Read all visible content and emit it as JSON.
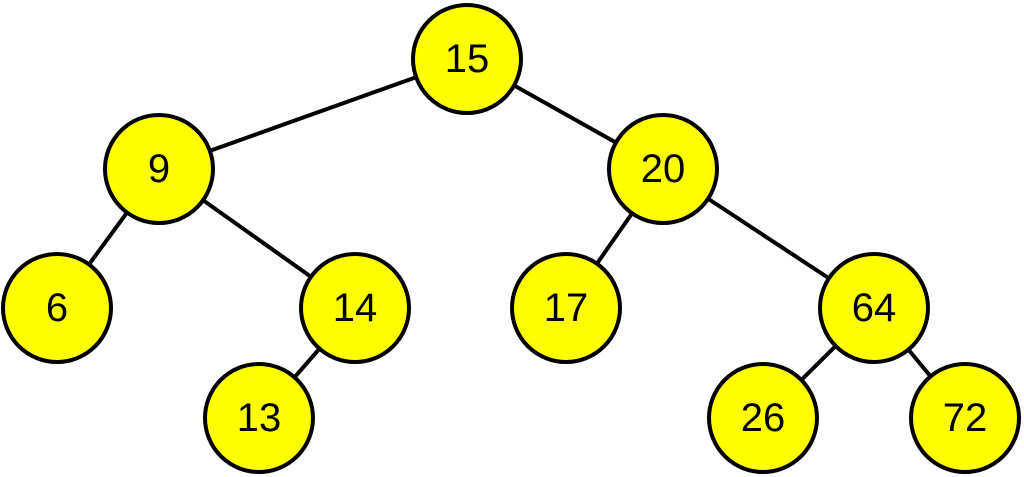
{
  "colors": {
    "node_fill": "#ffff00",
    "node_stroke": "#000000",
    "edge": "#000000",
    "background": "#ffffff"
  },
  "tree": {
    "nodes": [
      {
        "id": "n15",
        "label": "15"
      },
      {
        "id": "n9",
        "label": "9"
      },
      {
        "id": "n20",
        "label": "20"
      },
      {
        "id": "n6",
        "label": "6"
      },
      {
        "id": "n14",
        "label": "14"
      },
      {
        "id": "n17",
        "label": "17"
      },
      {
        "id": "n64",
        "label": "64"
      },
      {
        "id": "n13",
        "label": "13"
      },
      {
        "id": "n26",
        "label": "26"
      },
      {
        "id": "n72",
        "label": "72"
      }
    ],
    "edges": [
      {
        "from": "n15",
        "to": "n9"
      },
      {
        "from": "n15",
        "to": "n20"
      },
      {
        "from": "n9",
        "to": "n6"
      },
      {
        "from": "n9",
        "to": "n14"
      },
      {
        "from": "n14",
        "to": "n13"
      },
      {
        "from": "n20",
        "to": "n17"
      },
      {
        "from": "n20",
        "to": "n64"
      },
      {
        "from": "n64",
        "to": "n26"
      },
      {
        "from": "n64",
        "to": "n72"
      }
    ]
  }
}
